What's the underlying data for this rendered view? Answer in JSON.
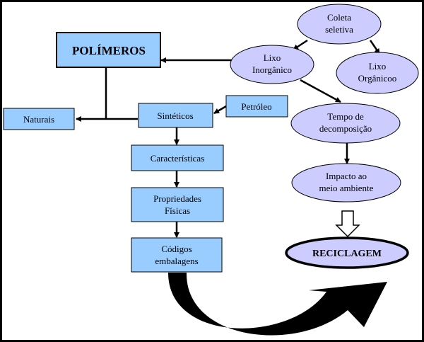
{
  "nodes": {
    "polimeros": "POLÍMEROS",
    "naturais": "Naturais",
    "sinteticos": "Sintéticos",
    "petroleo": "Petróleo",
    "caracteristicas": "Características",
    "propriedades": [
      "Propriedades",
      "Físicas"
    ],
    "codigos": [
      "Códigos",
      "embalagens"
    ],
    "coleta": [
      "Coleta",
      "seletiva"
    ],
    "lixo_inorganico": [
      "Lixo",
      "Inorgânico"
    ],
    "lixo_organico": [
      "Lixo",
      "Orgânicoo"
    ],
    "tempo": [
      "Tempo de",
      "decomposição"
    ],
    "impacto": [
      "Impacto ao",
      "meio ambiente"
    ],
    "reciclagem": "RECICLAGEM"
  },
  "colors": {
    "box_fill": "#99ccff",
    "ellipse_fill": "#ccccff",
    "reciclagem_fill": "#ccccff",
    "stroke": "#000000"
  }
}
